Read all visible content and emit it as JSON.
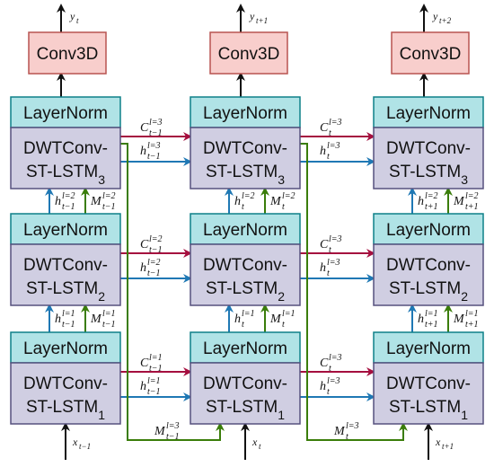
{
  "colors": {
    "conv_fill": "#f8cecc",
    "conv_stroke": "#b85450",
    "ln_fill": "#b0e3e6",
    "ln_stroke": "#0e8088",
    "cell_fill": "#d0cee2",
    "cell_stroke": "#56517e",
    "c_arrow": "#a50f3f",
    "h_arrow": "#1f78b4",
    "m_arrow": "#3a7d0a",
    "black": "#111111"
  },
  "conv_label": "Conv3D",
  "layernorm_label": "LayerNorm",
  "cell_line1": "DWTConv-",
  "cell_line2": "ST-LSTM",
  "columns": [
    {
      "output": {
        "b": "y",
        "s": "t"
      },
      "input": {
        "b": "x",
        "s": "t−1"
      },
      "layers": [
        {
          "sub": "3",
          "right_c": {
            "sup": "l=3",
            "sub": "t−1"
          },
          "right_h": {
            "sup": "l=3",
            "sub": "t−1"
          }
        },
        {
          "sub": "2",
          "right_c": {
            "sup": "l=2",
            "sub": "t−1"
          },
          "right_h": {
            "sup": "l=2",
            "sub": "t−1"
          },
          "up_h": {
            "sup": "l=2",
            "sub": "t−1"
          },
          "up_m": {
            "sup": "l=2",
            "sub": "t−1"
          }
        },
        {
          "sub": "1",
          "right_c": {
            "sup": "l=1",
            "sub": "t−1"
          },
          "right_h": {
            "sup": "l=1",
            "sub": "t−1"
          },
          "up_h": {
            "sup": "l=1",
            "sub": "t−1"
          },
          "up_m": {
            "sup": "l=1",
            "sub": "t−1"
          }
        }
      ],
      "loop_m": {
        "sup": "l=3",
        "sub": "t−1"
      }
    },
    {
      "output": {
        "b": "y",
        "s": "t+1"
      },
      "input": {
        "b": "x",
        "s": "t"
      },
      "layers": [
        {
          "sub": "3",
          "right_c": {
            "sup": "l=3",
            "sub": "t"
          },
          "right_h": {
            "sup": "l=3",
            "sub": "t"
          }
        },
        {
          "sub": "2",
          "right_c": {
            "sup": "l=3",
            "sub": "t"
          },
          "right_h": {
            "sup": "l=3",
            "sub": "t"
          },
          "up_h": {
            "sup": "l=2",
            "sub": "t"
          },
          "up_m": {
            "sup": "l=2",
            "sub": "t"
          }
        },
        {
          "sub": "1",
          "right_c": {
            "sup": "l=3",
            "sub": "t"
          },
          "right_h": {
            "sup": "l=3",
            "sub": "t"
          },
          "up_h": {
            "sup": "l=1",
            "sub": "t"
          },
          "up_m": {
            "sup": "l=1",
            "sub": "t"
          }
        }
      ],
      "loop_m": {
        "sup": "l=3",
        "sub": "t"
      }
    },
    {
      "output": {
        "b": "y",
        "s": "t+2"
      },
      "input": {
        "b": "x",
        "s": "t+1"
      },
      "layers": [
        {
          "sub": "3"
        },
        {
          "sub": "2",
          "up_h": {
            "sup": "l=2",
            "sub": "t+1"
          },
          "up_m": {
            "sup": "l=2",
            "sub": "t+1"
          }
        },
        {
          "sub": "1",
          "up_h": {
            "sup": "l=1",
            "sub": "t+1"
          },
          "up_m": {
            "sup": "l=1",
            "sub": "t+1"
          }
        }
      ]
    }
  ]
}
